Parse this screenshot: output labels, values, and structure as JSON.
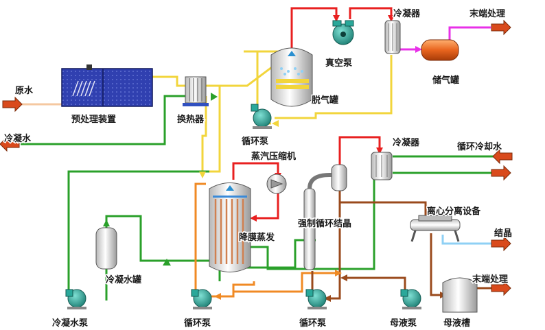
{
  "labels": {
    "raw_water": "原水",
    "pretreatment": "预处理装置",
    "heat_exchanger": "换热器",
    "condensate_out": "冷凝水",
    "degas_tank": "脱气罐",
    "vacuum_pump": "真空泵",
    "condenser_top": "冷凝器",
    "tail_treatment_top": "末端处理",
    "gas_tank": "储气罐",
    "circ_pump_top": "循环泵",
    "vapor_compressor": "蒸汽压缩机",
    "condenser_mid": "冷凝器",
    "cooling_water": "循环冷却水",
    "falling_film": "降膜蒸发",
    "forced_circ": "强制循环结晶",
    "centrifuge": "离心分离设备",
    "crystal": "结晶",
    "condensate_tank": "冷凝水罐",
    "condensate_pump": "冷凝水泵",
    "circ_pump_1": "循环泵",
    "circ_pump_2": "循环泵",
    "mother_pump": "母液泵",
    "mother_tank": "母液槽",
    "tail_treatment_bottom": "末端处理"
  },
  "colors": {
    "red": "#e82020",
    "yellow": "#f2d53c",
    "green": "#2aa02a",
    "brown": "#9a4a1c",
    "orange": "#f08a24",
    "magenta": "#e830e8",
    "lightblue": "#8fd0f5",
    "peach": "#f5c8a0",
    "arrow_fill": "#d94a1c",
    "equipment": "#dcdcdc",
    "pump": "#2aa89a",
    "gas_tank": "#e8641e",
    "pretreat": "#2f3aa8"
  }
}
